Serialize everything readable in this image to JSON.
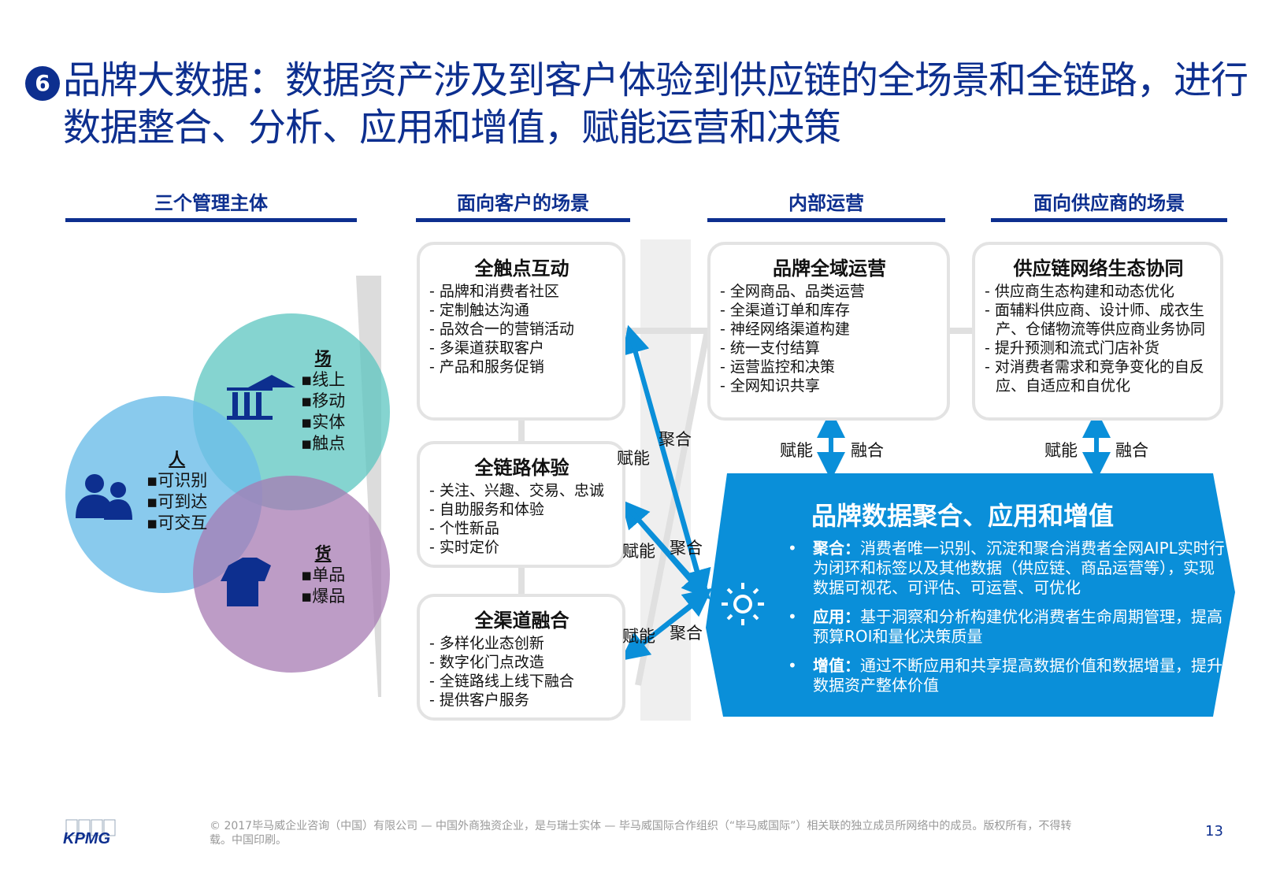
{
  "title": {
    "badge": "6",
    "text": "品牌大数据：数据资产涉及到客户体验到供应链的全场景和全链路，进行数据整合、分析、应用和增值，赋能运营和决策"
  },
  "sections": [
    "三个管理主体",
    "面向客户的场景",
    "内部运营",
    "面向供应商的场景"
  ],
  "entities": {
    "place": {
      "title": "场",
      "items": [
        "▪线上",
        "▪移动",
        "▪实体",
        "▪触点"
      ]
    },
    "person": {
      "title": "人",
      "items": [
        "▪可识别",
        "▪可到达",
        "▪可交互"
      ]
    },
    "goods": {
      "title": "货",
      "items": [
        "▪单品",
        "▪爆品"
      ]
    }
  },
  "customer_boxes": [
    {
      "title": "全触点互动",
      "items": [
        "- 品牌和消费者社区",
        "- 定制触达沟通",
        "- 品效合一的营销活动",
        "- 多渠道获取客户",
        "- 产品和服务促销"
      ]
    },
    {
      "title": "全链路体验",
      "items": [
        "- 关注、兴趣、交易、忠诚",
        "- 自助服务和体验",
        "- 个性新品",
        "- 实时定价"
      ]
    },
    {
      "title": "全渠道融合",
      "items": [
        "- 多样化业态创新",
        "- 数字化门点改造",
        "- 全链路线上线下融合",
        "- 提供客户服务"
      ]
    }
  ],
  "ops_box": {
    "title": "品牌全域运营",
    "items": [
      "- 全网商品、品类运营",
      "- 全渠道订单和库存",
      "- 神经网络渠道构建",
      "- 统一支付结算",
      "- 运营监控和决策",
      "- 全网知识共享"
    ]
  },
  "supply_box": {
    "title": "供应链网络生态协同",
    "items": [
      "- 供应商生态构建和动态优化",
      "- 面辅料供应商、设计师、成衣生产、仓储物流等供应商业务协同",
      "- 提升预测和流式门店补货",
      "- 对消费者需求和竞争变化的自反应、自适应和自优化"
    ]
  },
  "arrow_labels": {
    "fu": "赋能",
    "ju": "聚合",
    "rong": "融合"
  },
  "core": {
    "title": "品牌数据聚合、应用和增值",
    "bullets": [
      {
        "head": "聚合：",
        "text": "消费者唯一识别、沉淀和聚合消费者全网AIPL实时行为闭环和标签以及其他数据（供应链、商品运营等），实现数据可视花、可评估、可运营、可优化"
      },
      {
        "head": "应用：",
        "text": "基于洞察和分析构建优化消费者生命周期管理，提高预算ROI和量化决策质量"
      },
      {
        "head": "增值：",
        "text": "通过不断应用和共享提高数据价值和数据增量，提升数据资产整体价值"
      }
    ]
  },
  "footer": {
    "text": "© 2017毕马威企业咨询（中国）有限公司 — 中国外商独资企业，是与瑞士实体 — 毕马威国际合作组织（“毕马威国际”）相关联的独立成员所网络中的成员。版权所有，不得转载。中国印刷。",
    "logo": "KPMG",
    "page": "13"
  },
  "colors": {
    "navy": "#0d2f8f",
    "blue": "#0a8fd9",
    "place": "#5cc6c0",
    "person": "#6bbde9",
    "goods": "#a77bb3"
  }
}
